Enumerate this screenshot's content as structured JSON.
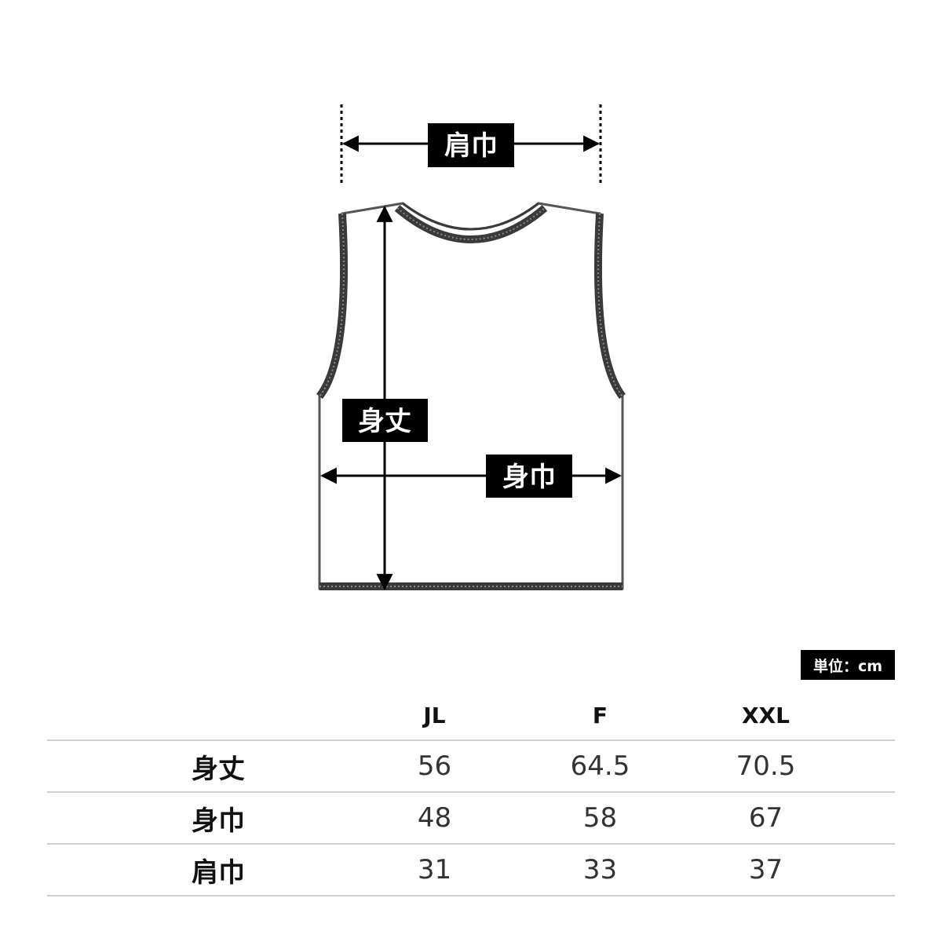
{
  "diagram": {
    "shoulder_label": "肩巾",
    "length_label": "身丈",
    "width_label": "身巾"
  },
  "unit_label": "単位：cm",
  "table": {
    "headers": [
      "",
      "JL",
      "F",
      "XXL"
    ],
    "rows": [
      {
        "label": "身丈",
        "values": [
          "56",
          "64.5",
          "70.5"
        ]
      },
      {
        "label": "身巾",
        "values": [
          "48",
          "58",
          "67"
        ]
      },
      {
        "label": "肩巾",
        "values": [
          "31",
          "33",
          "37"
        ]
      }
    ]
  },
  "colors": {
    "label_bg": "#000000",
    "garment_outline": "#555555",
    "trim": "#3a3a3a",
    "divider": "#cfcfcf"
  }
}
